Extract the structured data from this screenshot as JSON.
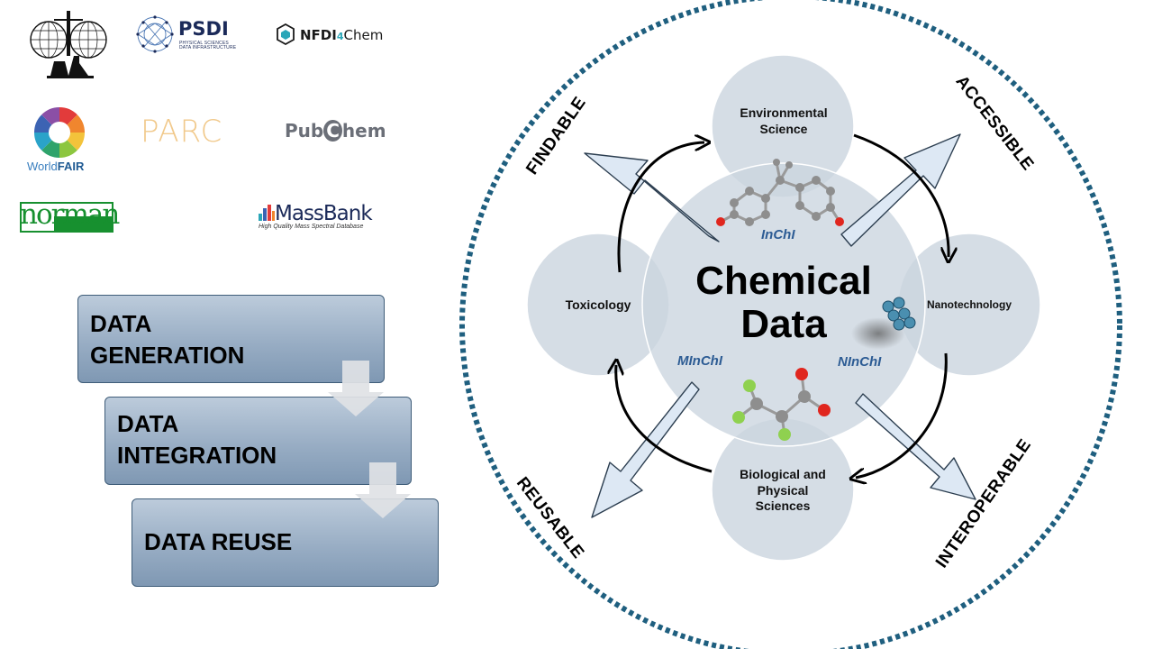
{
  "logos": {
    "psdi": {
      "name": "PSDI",
      "subtitle_line1": "PHYSICAL SCIENCES",
      "subtitle_line2": "DATA INFRASTRUCTURE"
    },
    "nfdi": {
      "prefix": "NFDI",
      "number": "4",
      "suffix": "Chem"
    },
    "worldfair": {
      "prefix": "World",
      "suffix": "FAIR"
    },
    "parc": {
      "name": "PARC"
    },
    "pubchem": {
      "prefix": "Pub",
      "letter": "C",
      "suffix": "hem"
    },
    "norman": {
      "name": "norman"
    },
    "massbank": {
      "name": "MassBank",
      "subtitle": "High Quality Mass Spectral Database"
    }
  },
  "process": {
    "generation": {
      "line1": "DATA",
      "line2": "GENERATION"
    },
    "integration": {
      "line1": "DATA",
      "line2": "INTEGRATION"
    },
    "reuse": {
      "label": "DATA REUSE"
    }
  },
  "diagram": {
    "center": {
      "line1": "Chemical",
      "line2": "Data"
    },
    "circles": {
      "environmental": {
        "line1": "Environmental",
        "line2": "Science"
      },
      "toxicology": {
        "label": "Toxicology"
      },
      "nanotechnology": {
        "label": "Nanotechnology"
      },
      "biological": {
        "line1": "Biological and",
        "line2": "Physical",
        "line3": "Sciences"
      }
    },
    "identifiers": {
      "inchi": "InChI",
      "minchi": "MInChI",
      "ninchi": "NInChI"
    },
    "fair": {
      "findable": "FINDABLE",
      "accessible": "ACCESSIBLE",
      "reusable": "REUSABLE",
      "interoperable": "INTEROPERABLE"
    }
  },
  "colors": {
    "ring": "#1f5f7f",
    "circle_fill": "#cbd5df",
    "arrow_fill": "#dde8f4",
    "arrow_stroke": "#2c3e50",
    "box_border": "#3f5d79",
    "identifier_text": "#2d5c94"
  }
}
